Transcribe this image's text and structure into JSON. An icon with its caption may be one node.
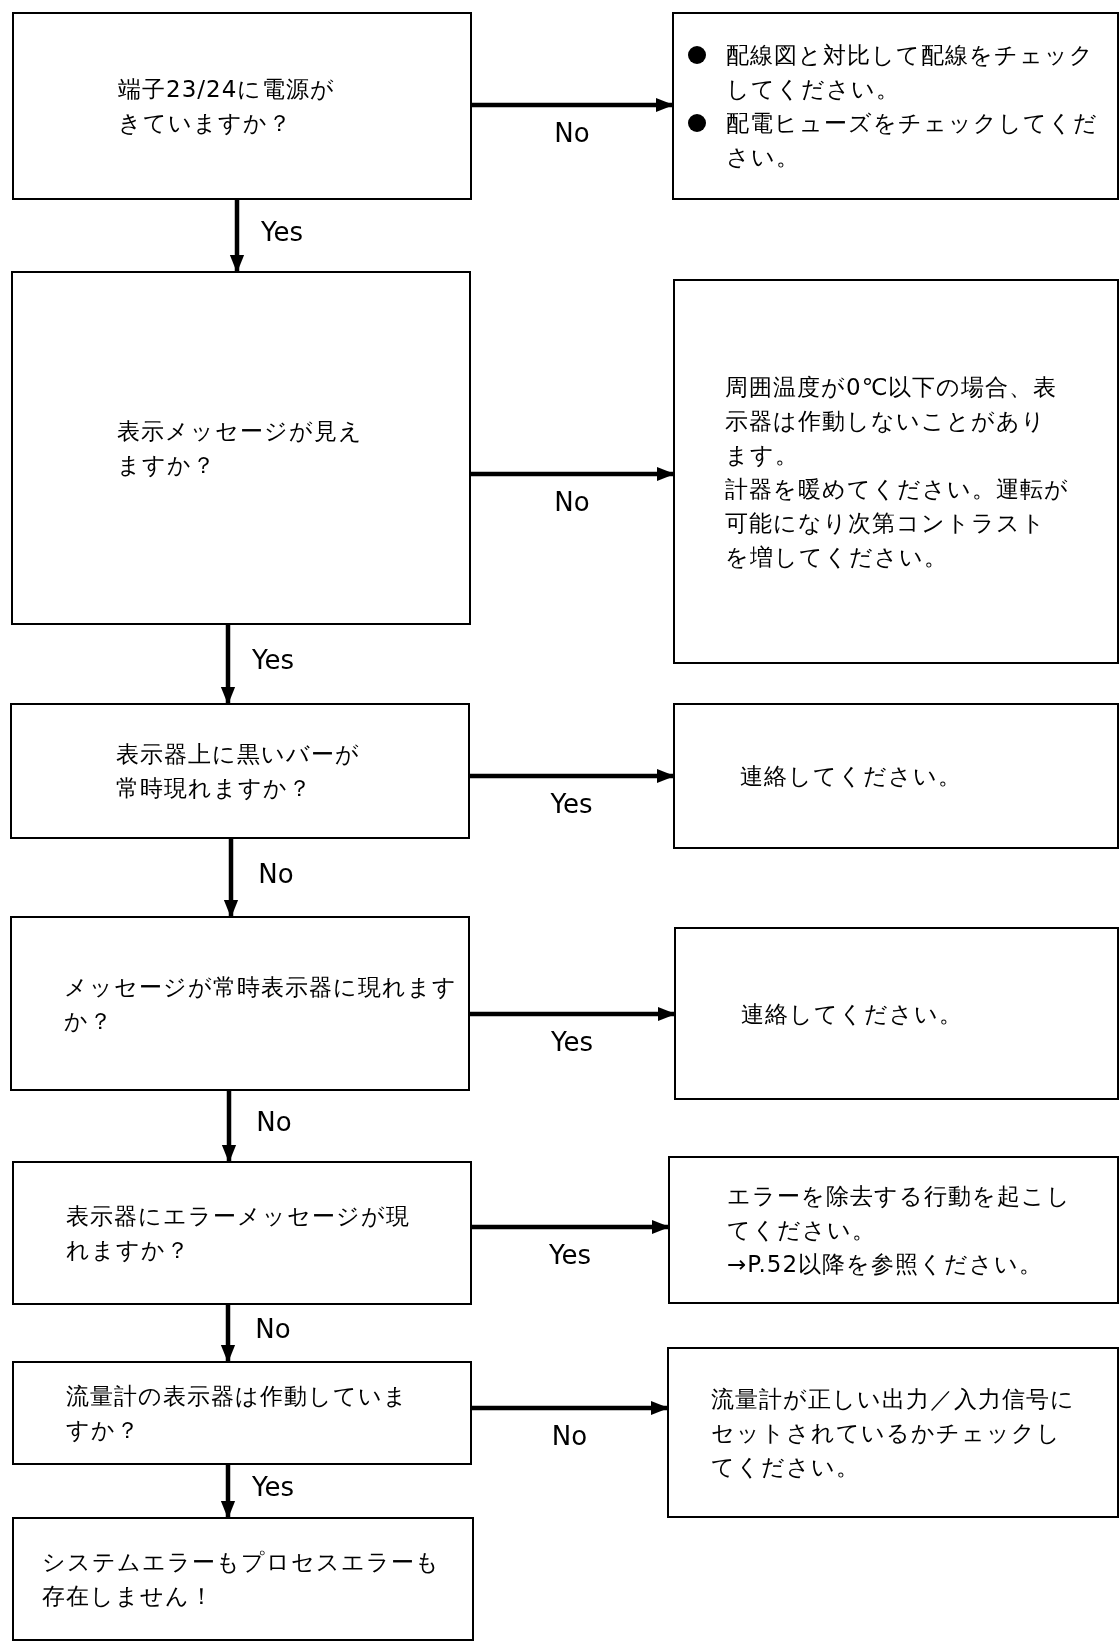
{
  "diagram": {
    "nodes": [
      {
        "text": [
          "端子23/24に電源がきていますか？"
        ]
      },
      {
        "text": [
          "配線図と対比して配線をチェックしてください。",
          "配電ヒューズをチェックしてください。"
        ]
      },
      {
        "text": [
          "表示メッセージが見えますか？"
        ]
      },
      {
        "text": [
          "周囲温度が0℃以下の場合、表示器は作動しないことがあります。",
          "計器を暖めてください。運転が可能になり次第コントラストを増してください。"
        ]
      },
      {
        "text": [
          "表示器上に黒いバーが常時現れますか？"
        ]
      },
      {
        "text": [
          "連絡してください。"
        ]
      },
      {
        "text": [
          "メッセージが常時表示器に現れますか？"
        ]
      },
      {
        "text": [
          "連絡してください。"
        ]
      },
      {
        "text": [
          "表示器にエラーメッセージが現れますか？"
        ]
      },
      {
        "text": [
          "エラーを除去する行動を起こしてください。",
          "→P.52以降を参照ください。"
        ]
      },
      {
        "text": [
          "流量計の表示器は作動していますか？"
        ]
      },
      {
        "text": [
          "流量計が正しい出力／入力信号にセットされているかチェックしてください。"
        ]
      },
      {
        "text": [
          "システムエラーもプロセスエラーも存在しません！"
        ]
      }
    ],
    "edges": [
      {
        "from": 0,
        "to": 1,
        "arrow": "to",
        "label": "No"
      },
      {
        "from": 0,
        "to": 2,
        "arrow": "to",
        "label": "Yes"
      },
      {
        "from": 2,
        "to": 3,
        "arrow": "to",
        "label": "No"
      },
      {
        "from": 2,
        "to": 4,
        "arrow": "to",
        "label": "Yes"
      },
      {
        "from": 4,
        "to": 5,
        "arrow": "to",
        "label": "Yes"
      },
      {
        "from": 4,
        "to": 6,
        "arrow": "to",
        "label": "No"
      },
      {
        "from": 6,
        "to": 7,
        "arrow": "to",
        "label": "Yes"
      },
      {
        "from": 6,
        "to": 8,
        "arrow": "to",
        "label": "No"
      },
      {
        "from": 8,
        "to": 9,
        "arrow": "to",
        "label": "Yes"
      },
      {
        "from": 8,
        "to": 10,
        "arrow": "to",
        "label": "No"
      },
      {
        "from": 10,
        "to": 11,
        "arrow": "to",
        "label": "No"
      },
      {
        "from": 10,
        "to": 12,
        "arrow": "to",
        "label": "Yes"
      }
    ]
  }
}
